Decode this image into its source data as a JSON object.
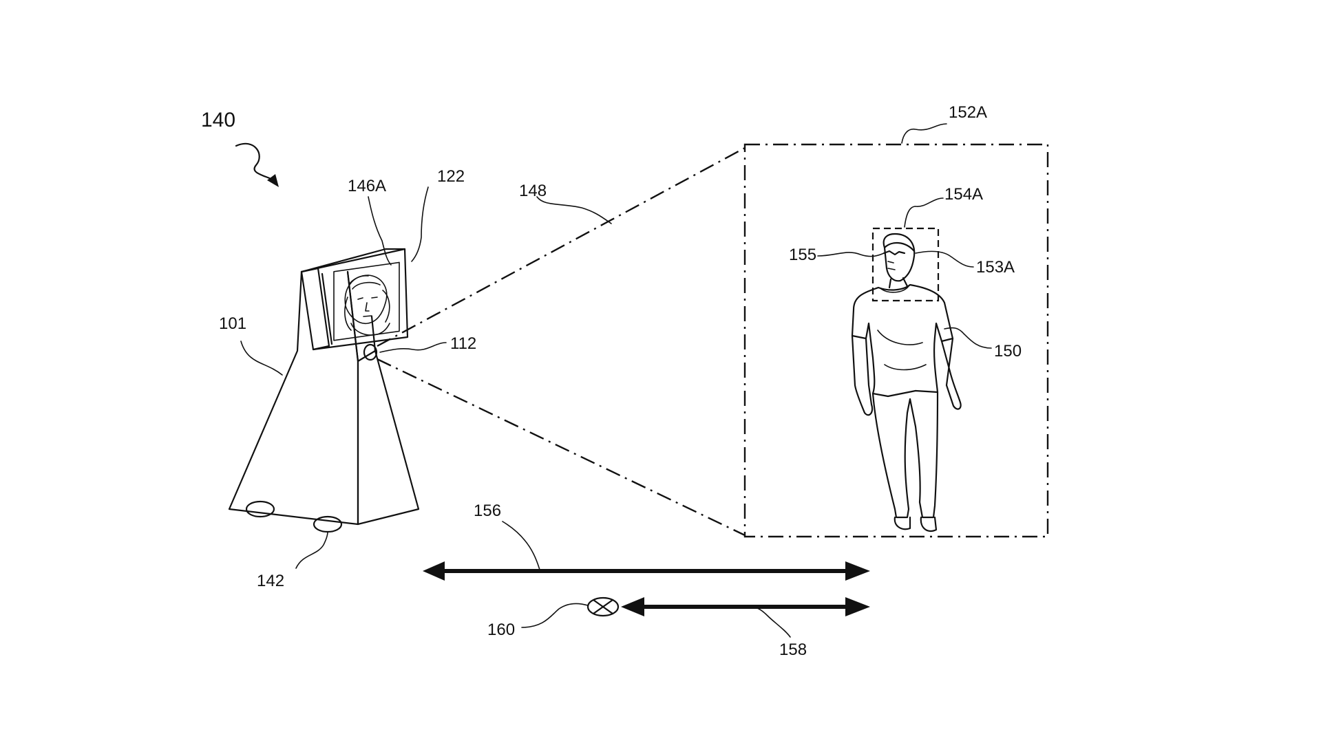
{
  "labels": {
    "figure_ref": "140",
    "robot_body": "101",
    "display": "122",
    "display_image": "146A",
    "camera": "112",
    "wheels": "142",
    "field_of_view": "148",
    "frame": "152A",
    "face_box": "154A",
    "eyewear": "155",
    "face": "153A",
    "person": "150",
    "long_range": "156",
    "short_range": "158",
    "target_point": "160"
  }
}
